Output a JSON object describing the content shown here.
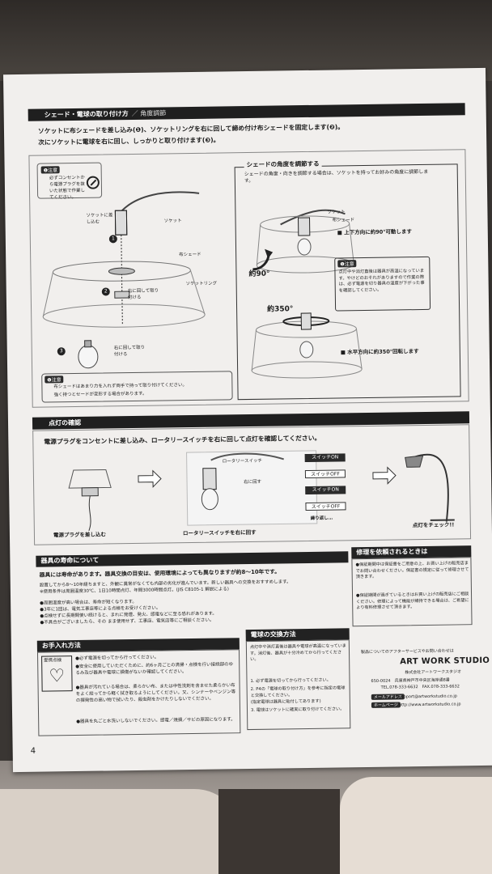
{
  "section1": {
    "title": "シェード・電球の取り付け方",
    "subtitle": "／ 角度調節",
    "line1": "ソケットに布シェードを差し込み(❶)、ソケットリングを右に回して締め付け布シェードを固定します(❷)。",
    "line2": "次にソケットに電球を右に回し、しっかりと取り付けます(❸)。",
    "caution_chip": "❶注意",
    "caution_text": "必ずコンセントから電源プラグを抜いた状態で作業してください。",
    "label_socket": "ソケット",
    "label_insert": "ソケットに差し込む",
    "label_cloth_shade": "布シェード",
    "label_socket_ring": "ソケットリング",
    "label_turn_right": "右に回して取り付ける",
    "label_turn_right2": "右に回して取り付ける",
    "bottom_chip": "❶注意",
    "bottom_text1": "布シェードはあまり力を入れず両手で持って取り付けてください。",
    "bottom_text2": "強く持つとセードが変形する場合があります。",
    "angle_title": "シェードの角度を調節する",
    "angle_text": "シェードの角度・向きを調節する場合は、ソケットを持ってお好みの角度に調節します。",
    "angle_socket": "ソケット",
    "angle_cloth": "布シェード",
    "angle_up_down": "■ 上下方向に約90°可動します",
    "angle_90": "約90°",
    "angle_350": "約350°",
    "angle_caution_chip": "❶注意",
    "angle_caution_text": "点灯中や消灯直後は器具が高温になっています。やけどのおそれがありますので作業の際は、必ず電源を切り器具の温度が下がった事を確認してください。",
    "angle_horizontal": "■ 水平方向に約350°回転します"
  },
  "section2": {
    "title": "点灯の確認",
    "instruction": "電源プラグをコンセントに差し込み、ロータリースイッチを右に回して点灯を確認してください。",
    "rotary_switch": "ロータリースイッチ",
    "turn_right": "右に回す",
    "switch_on1": "スイッチON",
    "switch_off1": "スイッチOFF",
    "switch_on2": "スイッチON",
    "switch_off2": "スイッチOFF",
    "repeat": "繰り返し…",
    "plug_in": "電源プラグを差し込む",
    "turn_switch": "ロータリースイッチを右に回す",
    "check_light": "点灯をチェック!!"
  },
  "lifespan": {
    "title": "器具の寿命について",
    "lead": "器具には寿命があります。器具交換の目安は、使用環境によっても異なりますが約8〜10年です。",
    "line1": "設置してから8〜10年経ちますと、外観に異常がなくても内部の劣化が進んでいます。新しい器具への交換をおすすめします。",
    "line2": "※使用条件は周囲温度30℃、1日10時間点灯、年間3000時間点灯。(JIS C8105-1 解説による)",
    "b1": "●周囲温度が高い場合は、寿命が短くなります。",
    "b2": "●3年に1回は、電気工事店等による点検をお受けください。",
    "b3": "●点検せずに長期間使い続けると、まれに発煙、発火、感電などに至る恐れがあります。",
    "b4": "●不具合がございましたら、その まま使用せず、工事店、電気店等にご相談ください。"
  },
  "repair": {
    "title": "修理を依頼されるときは",
    "p1": "●保証期間中は保証書をご用意の上、お買い上げの販売店までお問い合わせください。保証書の規定に従って修理させて頂きます。",
    "p2": "●保証期間が過ぎているときはお買い上げの販売店にご相談ください。修理によって機能が維持できる場合は、ご希望により有料修理させて頂きます。"
  },
  "care": {
    "title": "お手入れ方法",
    "badge": "愛情点検",
    "c1": "●必ず電源を切ってから行ってください。",
    "c2": "●安全に使用していただくために、約6ヶ月ごとの清掃・点検を行い接続部のゆるみ及び器具や電球に損傷がないか確認してください。",
    "c3": "●器具が汚れている場合は、柔らかい布、または中性洗剤を含ませた柔らかい布をよく絞ってから軽く拭き取るようにしてください。又、シンナーやベンジン等の揮発性の高い物で拭いたり、殺虫剤をかけたりしないでください。",
    "c4": "●器具を丸ごと水洗いしないでください。感電／焼損／サビの原因になります。"
  },
  "bulb": {
    "title": "電球の交換方法",
    "intro": "点灯中や消灯直後は器具や電球が高温になっています。消灯後、器具が十分冷めてから行ってください。",
    "s1": "1. 必ず電源を切ってから行ってください。",
    "s2": "2. P4の「電球の取り付け方」を参考に指定の電球と交換してください。",
    "s2b": "(指定電球は器具に貼付してあります)",
    "s3": "3. 電球はソケットに確実に取り付けてください。"
  },
  "company": {
    "aftercare": "製品についてのアフターサービスやお問い合わせは",
    "logo": "ART WORK STUDIO",
    "name": "株式会社アートワークスタジオ",
    "postal": "650-0024　兵庫県神戸市中央区海岸通8番",
    "tel": "TEL.078-333-6632　FAX.078-333-6632",
    "mail_chip": "メールアドレス",
    "mail": "support@artworkstudio.co.jp",
    "hp_chip": "ホームページ",
    "hp": "http://www.artworkstudio.co.jp"
  },
  "page_number": "4"
}
